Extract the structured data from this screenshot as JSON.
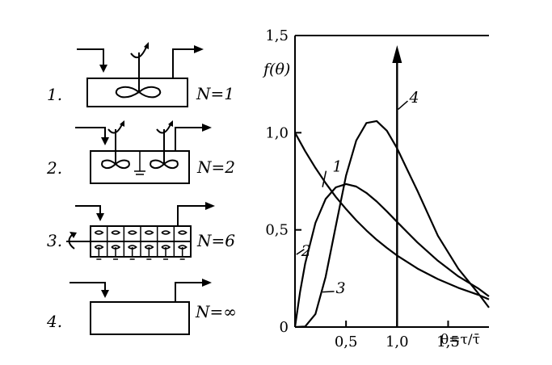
{
  "schemes": [
    {
      "number": "1.",
      "n_label": "N=1",
      "mixers": 1
    },
    {
      "number": "2.",
      "n_label": "N=2",
      "mixers": 2
    },
    {
      "number": "3.",
      "n_label": "N=6",
      "mixers": 6
    },
    {
      "number": "4.",
      "n_label": "N=∞",
      "mixers": 0
    }
  ],
  "chart_data": {
    "type": "line",
    "ylabel": "f(θ)",
    "xlabel": "θ=τ/τ̄",
    "xlim": [
      0,
      1.9
    ],
    "ylim": [
      0,
      1.5
    ],
    "x_ticks": [
      {
        "value": 0.5,
        "label": "0,5"
      },
      {
        "value": 1.0,
        "label": "1,0"
      },
      {
        "value": 1.5,
        "label": "1,5"
      }
    ],
    "y_ticks": [
      {
        "value": 0,
        "label": "0"
      },
      {
        "value": 0.5,
        "label": "0,5"
      },
      {
        "value": 1.0,
        "label": "1,0"
      },
      {
        "value": 1.5,
        "label": "1,5"
      }
    ],
    "series": [
      {
        "label": "1",
        "x": [
          0,
          0.1,
          0.2,
          0.3,
          0.4,
          0.5,
          0.6,
          0.7,
          0.8,
          0.9,
          1.0,
          1.2,
          1.4,
          1.6,
          1.8,
          1.95
        ],
        "y": [
          1.0,
          0.905,
          0.819,
          0.741,
          0.67,
          0.607,
          0.549,
          0.497,
          0.449,
          0.407,
          0.368,
          0.301,
          0.247,
          0.202,
          0.165,
          0.142
        ]
      },
      {
        "label": "2",
        "x": [
          0,
          0.05,
          0.1,
          0.2,
          0.3,
          0.4,
          0.5,
          0.6,
          0.7,
          0.8,
          0.9,
          1.0,
          1.2,
          1.4,
          1.6,
          1.8,
          1.95
        ],
        "y": [
          0,
          0.181,
          0.327,
          0.536,
          0.659,
          0.719,
          0.736,
          0.723,
          0.69,
          0.646,
          0.595,
          0.541,
          0.435,
          0.341,
          0.261,
          0.197,
          0.158
        ]
      },
      {
        "label": "3",
        "x": [
          0,
          0.1,
          0.2,
          0.3,
          0.4,
          0.5,
          0.6,
          0.7,
          0.8,
          0.9,
          1.0,
          1.1,
          1.2,
          1.4,
          1.6,
          1.8,
          1.95
        ],
        "y": [
          0,
          0.003,
          0.067,
          0.258,
          0.52,
          0.78,
          0.96,
          1.05,
          1.06,
          1.01,
          0.92,
          0.81,
          0.7,
          0.47,
          0.3,
          0.17,
          0.1
        ]
      },
      {
        "label": "4",
        "impulse_at": 1.0
      }
    ]
  }
}
